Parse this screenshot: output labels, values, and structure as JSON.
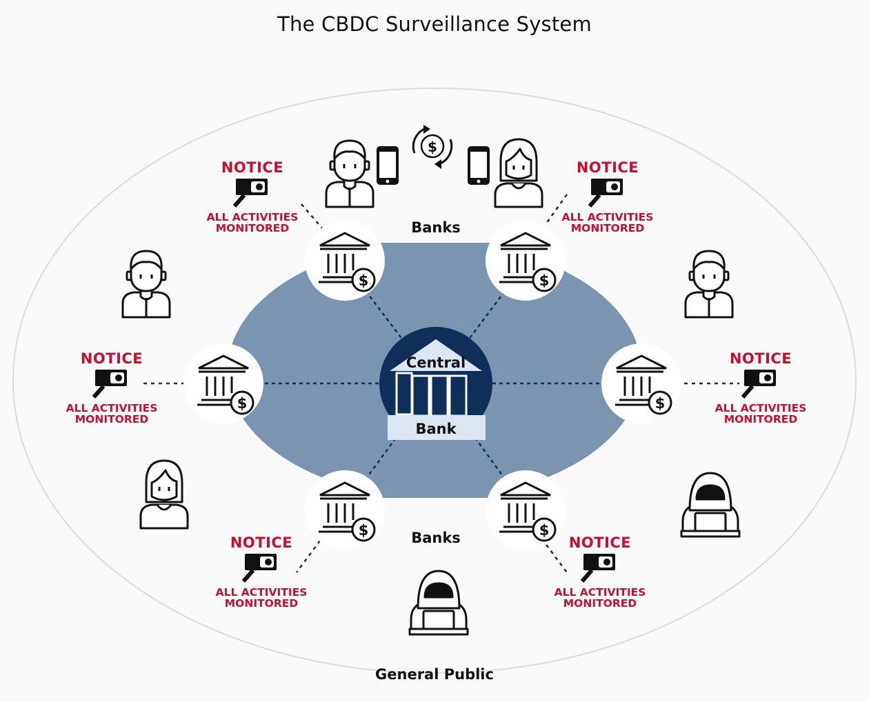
{
  "title": "The CBDC Surveillance System",
  "labels": {
    "banks_top": "Banks",
    "banks_bottom": "Banks",
    "central_line1": "Central",
    "central_line2": "Bank",
    "public": "General Public"
  },
  "notices": [
    {
      "title": "NOTICE",
      "line1": "ALL ACTIVITIES",
      "line2": "MONITORED"
    },
    {
      "title": "NOTICE",
      "line1": "ALL ACTIVITIES",
      "line2": "MONITORED"
    },
    {
      "title": "NOTICE",
      "line1": "ALL ACTIVITIES",
      "line2": "MONITORED"
    },
    {
      "title": "NOTICE",
      "line1": "ALL ACTIVITIES",
      "line2": "MONITORED"
    },
    {
      "title": "NOTICE",
      "line1": "ALL ACTIVITIES",
      "line2": "MONITORED"
    },
    {
      "title": "NOTICE",
      "line1": "ALL ACTIVITIES",
      "line2": "MONITORED"
    }
  ],
  "colors": {
    "notice_red": "#c8102e",
    "network_blue": "#7b95b1",
    "central_navy": "#0f2f5a",
    "central_pale": "#dbe6f2",
    "outer_ellipse": "#d5dde8"
  },
  "icons": {
    "bank": "bank-dollar-icon",
    "camera": "security-camera-icon",
    "person_male": "man-person-icon",
    "person_female": "woman-person-icon",
    "hacker": "hooded-hacker-laptop-icon",
    "phone": "smartphone-icon",
    "exchange": "dollar-exchange-cycle-icon"
  }
}
